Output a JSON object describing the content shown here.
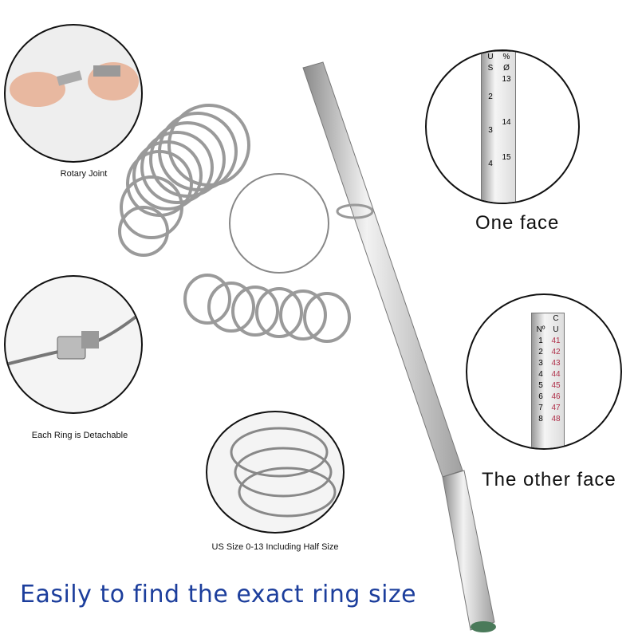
{
  "callouts": {
    "rotary_joint": "Rotary Joint",
    "detachable": "Each Ring is Detachable",
    "us_size": "US Size 0-13 Including Half Size",
    "one_face": "One face",
    "other_face": "The other face"
  },
  "one_face_gauge": {
    "left_header": [
      "U",
      "S"
    ],
    "right_header": [
      "%",
      "Ø"
    ],
    "left_values": [
      "2",
      "3",
      "4"
    ],
    "right_values": [
      "13",
      "14",
      "15"
    ]
  },
  "other_face_gauge": {
    "logo": "C",
    "left_header": "Nº",
    "right_header": "U",
    "left_values": [
      "1",
      "2",
      "3",
      "4",
      "5",
      "6",
      "7",
      "8"
    ],
    "right_values": [
      "41",
      "42",
      "43",
      "44",
      "45",
      "46",
      "47",
      "48"
    ],
    "right_color": "#b0304a"
  },
  "slogan": "Easily to find the exact ring size",
  "colors": {
    "slogan": "#1c3e9c"
  }
}
